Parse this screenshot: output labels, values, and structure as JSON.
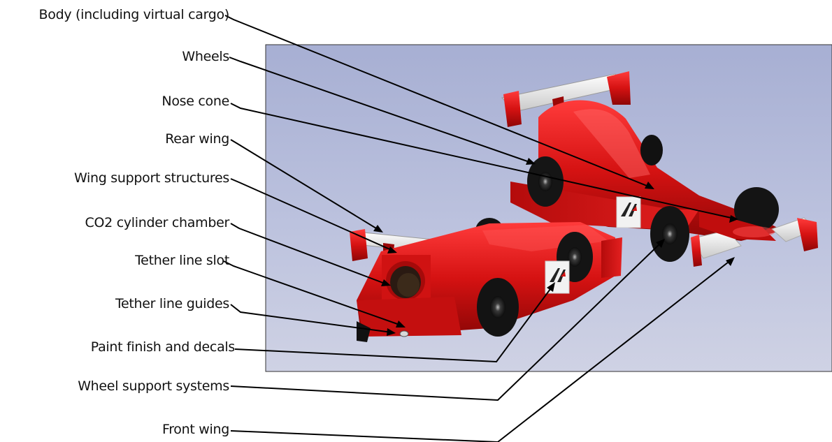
{
  "labels": {
    "body": "Body (including virtual cargo)",
    "wheels": "Wheels",
    "nose_cone": "Nose cone",
    "rear_wing": "Rear wing",
    "wing_support": "Wing support structures",
    "co2_chamber": "CO2 cylinder chamber",
    "tether_slot": "Tether line slot",
    "tether_guides": "Tether line guides",
    "paint": "Paint finish and decals",
    "wheel_support": "Wheel support systems",
    "front_wing": "Front wing"
  },
  "colors": {
    "backdrop": "#b3bad8",
    "car_red": "#d41414",
    "tyre": "#141414",
    "wing_white": "#eeeeee"
  }
}
